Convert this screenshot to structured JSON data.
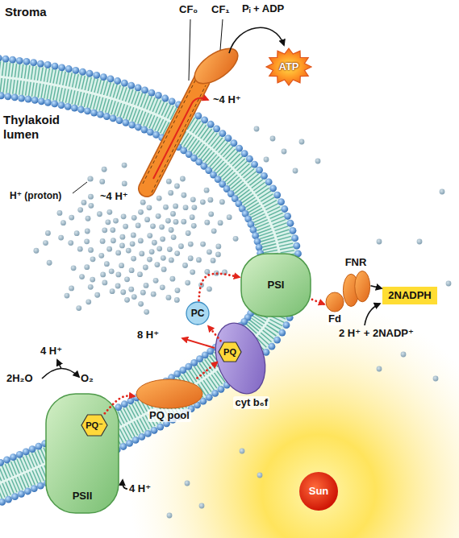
{
  "diagram": {
    "nodes": [
      {
        "text": [
          "ATP"
        ]
      },
      {
        "text": [
          "2NADPH"
        ]
      },
      {
        "text": [
          "PSI"
        ]
      },
      {
        "text": [
          "FNR"
        ]
      },
      {
        "text": [
          "Fd"
        ]
      },
      {
        "text": [
          "PC"
        ]
      },
      {
        "text": [
          "cyt b₆f"
        ]
      },
      {
        "text": [
          "PQ"
        ],
        "in": 6
      },
      {
        "text": [
          "PSII"
        ]
      },
      {
        "text": [
          "PQ⁻"
        ],
        "in": 8
      },
      {
        "text": [
          "PQ pool"
        ]
      },
      {
        "text": [
          "Sun"
        ]
      }
    ],
    "edges": [
      {
        "from": 9,
        "to": 10,
        "arrow": "to"
      },
      {
        "from": 10,
        "to": 7,
        "arrow": "to"
      },
      {
        "from": 7,
        "to": 5,
        "arrow": "to"
      },
      {
        "from": 5,
        "to": 2,
        "arrow": "to"
      },
      {
        "from": 2,
        "to": 4,
        "arrow": "to"
      },
      {
        "from": 3,
        "to": 1,
        "arrow": "to"
      }
    ],
    "labels": [
      "Stroma",
      "CF₀",
      "CF₁",
      "Pᵢ + ADP",
      "~4 H⁺",
      "Thylakoid lumen",
      "~4 H⁺",
      "H⁺ (proton)",
      "8 H⁺",
      "2 H⁺ + 2NADP⁺",
      "4 H⁺",
      "2H₂O",
      "O₂",
      "4 H⁺"
    ]
  }
}
